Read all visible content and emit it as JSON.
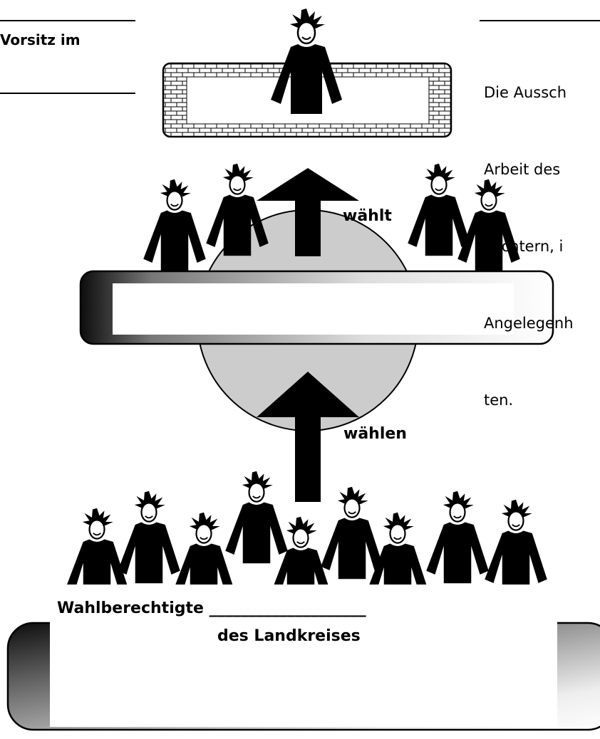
{
  "left_note": {
    "text": "Vorsitz im"
  },
  "right_note": {
    "lines": [
      "Die Aussch",
      "Arbeit des",
      "leichtern, i",
      "Angelegenh",
      "ten."
    ]
  },
  "arrows": {
    "upper_label": "wählt",
    "lower_label": "wählen"
  },
  "voters_panel": {
    "line1": "Wahlberechtigte ____________________",
    "line2": "des Landkreises"
  },
  "colors": {
    "figure": "#000000",
    "globe": "#cccccc",
    "panel_gradient_dark": "#111111",
    "panel_gradient_light": "#ffffff"
  }
}
